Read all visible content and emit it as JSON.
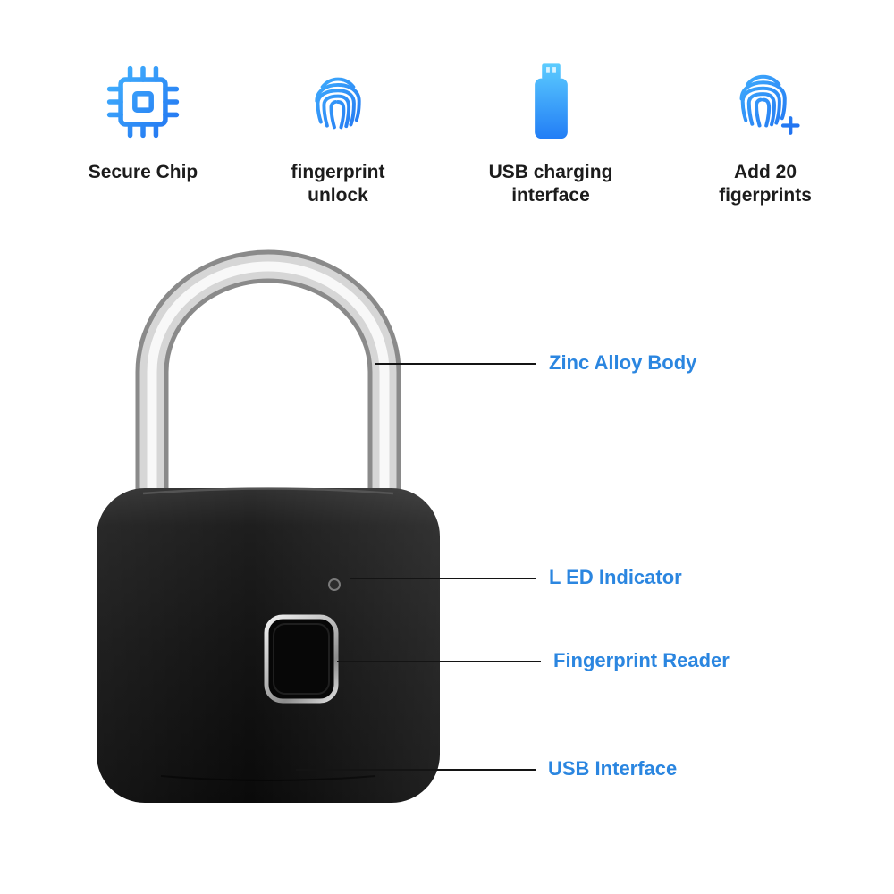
{
  "features": [
    {
      "label": "Secure Chip",
      "icon": "secure-chip"
    },
    {
      "label": "fingerprint unlock",
      "icon": "fingerprint"
    },
    {
      "label": "USB charging interface",
      "icon": "usb-charging"
    },
    {
      "label": "Add 20 figerprints",
      "icon": "fingerprint-add"
    }
  ],
  "callouts": [
    {
      "label": "Zinc Alloy Body"
    },
    {
      "label": "L ED Indicator"
    },
    {
      "label": "Fingerprint Reader"
    },
    {
      "label": "USB Interface"
    }
  ],
  "colors": {
    "accent_blue": "#2b86e0",
    "icon_blue_light": "#45b7ff",
    "icon_blue_dark": "#1f6ff0",
    "callout_line": "#141414",
    "feature_text": "#1c1c1c",
    "body_black": "#141414",
    "shackle_silver": "#d6d6d6"
  }
}
